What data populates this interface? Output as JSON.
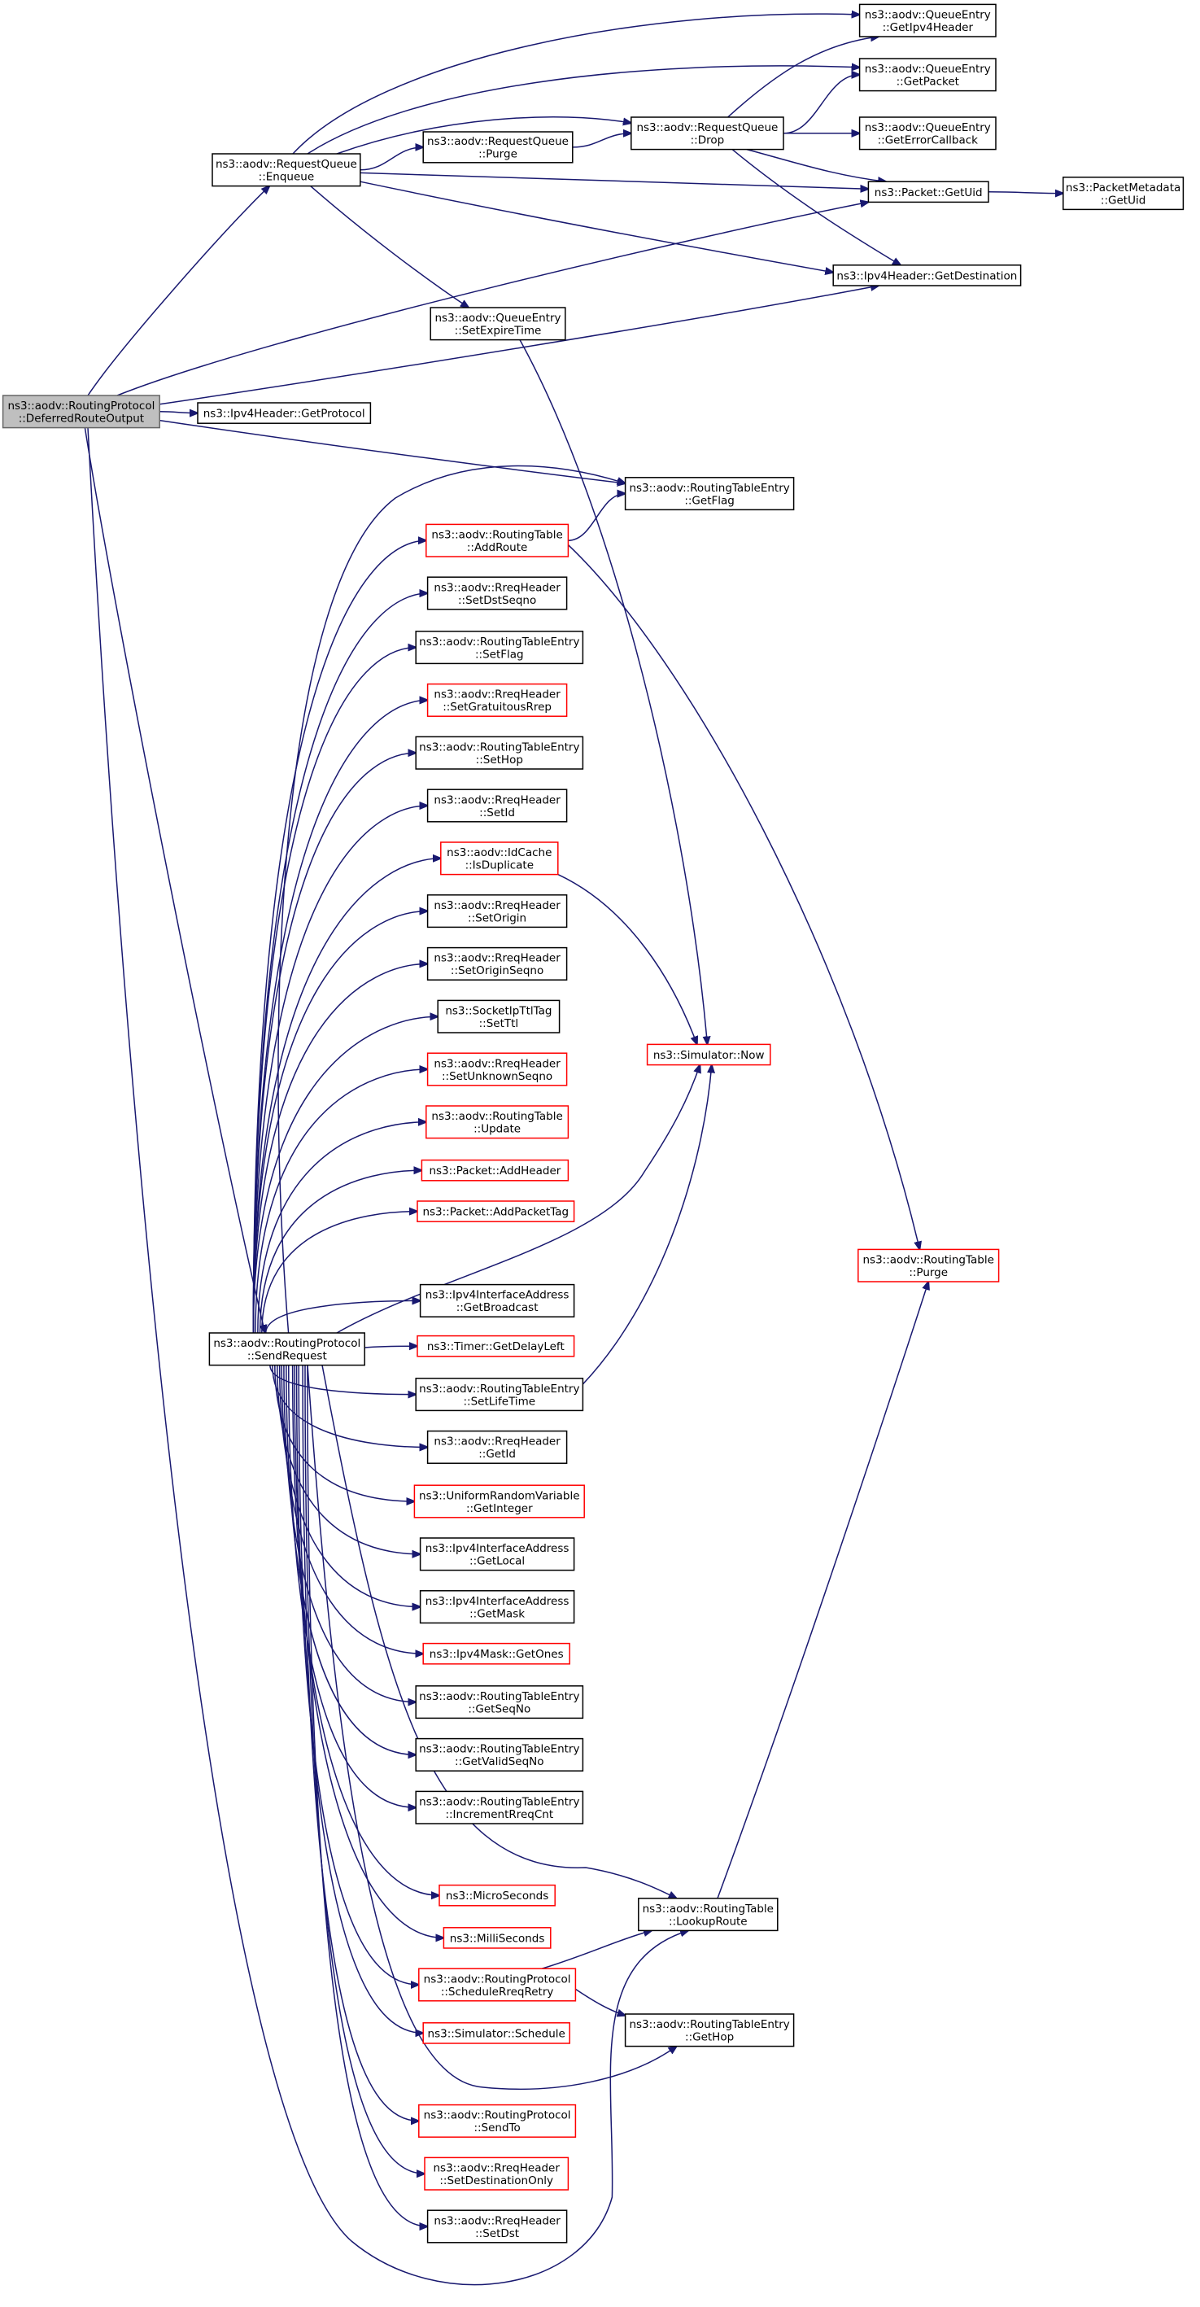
{
  "colors": {
    "edge": "#191970",
    "node_border": "#000000",
    "incomplete_border": "#ff0000",
    "root_fill": "#bfbfbf"
  },
  "nodes": [
    {
      "id": "deferred",
      "lines": [
        "ns3::aodv::RoutingProtocol",
        "::DeferredRouteOutput"
      ],
      "style": "root"
    },
    {
      "id": "enqueue",
      "lines": [
        "ns3::aodv::RequestQueue",
        "::Enqueue"
      ],
      "style": "normal"
    },
    {
      "id": "getprotocol",
      "lines": [
        "ns3::Ipv4Header::GetProtocol"
      ],
      "style": "normal"
    },
    {
      "id": "sendrequest",
      "lines": [
        "ns3::aodv::RoutingProtocol",
        "::SendRequest"
      ],
      "style": "normal"
    },
    {
      "id": "rq_purge",
      "lines": [
        "ns3::aodv::RequestQueue",
        "::Purge"
      ],
      "style": "normal"
    },
    {
      "id": "setexpire",
      "lines": [
        "ns3::aodv::QueueEntry",
        "::SetExpireTime"
      ],
      "style": "normal"
    },
    {
      "id": "drop",
      "lines": [
        "ns3::aodv::RequestQueue",
        "::Drop"
      ],
      "style": "normal"
    },
    {
      "id": "getipv4header",
      "lines": [
        "ns3::aodv::QueueEntry",
        "::GetIpv4Header"
      ],
      "style": "normal"
    },
    {
      "id": "getpacket",
      "lines": [
        "ns3::aodv::QueueEntry",
        "::GetPacket"
      ],
      "style": "normal"
    },
    {
      "id": "geterrorcb",
      "lines": [
        "ns3::aodv::QueueEntry",
        "::GetErrorCallback"
      ],
      "style": "normal"
    },
    {
      "id": "packet_getuid",
      "lines": [
        "ns3::Packet::GetUid"
      ],
      "style": "normal"
    },
    {
      "id": "pm_getuid",
      "lines": [
        "ns3::PacketMetadata",
        "::GetUid"
      ],
      "style": "normal"
    },
    {
      "id": "getdestination",
      "lines": [
        "ns3::Ipv4Header::GetDestination"
      ],
      "style": "normal"
    },
    {
      "id": "rte_getflag",
      "lines": [
        "ns3::aodv::RoutingTableEntry",
        "::GetFlag"
      ],
      "style": "normal"
    },
    {
      "id": "rt_addroute",
      "lines": [
        "ns3::aodv::RoutingTable",
        "::AddRoute"
      ],
      "style": "red"
    },
    {
      "id": "setdstseqno",
      "lines": [
        "ns3::aodv::RreqHeader",
        "::SetDstSeqno"
      ],
      "style": "normal"
    },
    {
      "id": "rte_setflag",
      "lines": [
        "ns3::aodv::RoutingTableEntry",
        "::SetFlag"
      ],
      "style": "normal"
    },
    {
      "id": "setgratuitous",
      "lines": [
        "ns3::aodv::RreqHeader",
        "::SetGratuitousRrep"
      ],
      "style": "red"
    },
    {
      "id": "rte_sethop",
      "lines": [
        "ns3::aodv::RoutingTableEntry",
        "::SetHop"
      ],
      "style": "normal"
    },
    {
      "id": "rreq_setid",
      "lines": [
        "ns3::aodv::RreqHeader",
        "::SetId"
      ],
      "style": "normal"
    },
    {
      "id": "isduplicate",
      "lines": [
        "ns3::aodv::IdCache",
        "::IsDuplicate"
      ],
      "style": "red"
    },
    {
      "id": "setorigin",
      "lines": [
        "ns3::aodv::RreqHeader",
        "::SetOrigin"
      ],
      "style": "normal"
    },
    {
      "id": "setoriginseqno",
      "lines": [
        "ns3::aodv::RreqHeader",
        "::SetOriginSeqno"
      ],
      "style": "normal"
    },
    {
      "id": "setttl",
      "lines": [
        "ns3::SocketIpTtlTag",
        "::SetTtl"
      ],
      "style": "normal"
    },
    {
      "id": "setunknownseqno",
      "lines": [
        "ns3::aodv::RreqHeader",
        "::SetUnknownSeqno"
      ],
      "style": "red"
    },
    {
      "id": "rt_update",
      "lines": [
        "ns3::aodv::RoutingTable",
        "::Update"
      ],
      "style": "red"
    },
    {
      "id": "addheader",
      "lines": [
        "ns3::Packet::AddHeader"
      ],
      "style": "red"
    },
    {
      "id": "addpackettag",
      "lines": [
        "ns3::Packet::AddPacketTag"
      ],
      "style": "red"
    },
    {
      "id": "sim_now",
      "lines": [
        "ns3::Simulator::Now"
      ],
      "style": "red"
    },
    {
      "id": "rt_purge",
      "lines": [
        "ns3::aodv::RoutingTable",
        "::Purge"
      ],
      "style": "red"
    },
    {
      "id": "getbroadcast",
      "lines": [
        "ns3::Ipv4InterfaceAddress",
        "::GetBroadcast"
      ],
      "style": "normal"
    },
    {
      "id": "getdelayleft",
      "lines": [
        "ns3::Timer::GetDelayLeft"
      ],
      "style": "red"
    },
    {
      "id": "setlifetime",
      "lines": [
        "ns3::aodv::RoutingTableEntry",
        "::SetLifeTime"
      ],
      "style": "normal"
    },
    {
      "id": "rreq_getid",
      "lines": [
        "ns3::aodv::RreqHeader",
        "::GetId"
      ],
      "style": "normal"
    },
    {
      "id": "getinteger",
      "lines": [
        "ns3::UniformRandomVariable",
        "::GetInteger"
      ],
      "style": "red"
    },
    {
      "id": "getlocal",
      "lines": [
        "ns3::Ipv4InterfaceAddress",
        "::GetLocal"
      ],
      "style": "normal"
    },
    {
      "id": "getmask",
      "lines": [
        "ns3::Ipv4InterfaceAddress",
        "::GetMask"
      ],
      "style": "normal"
    },
    {
      "id": "getones",
      "lines": [
        "ns3::Ipv4Mask::GetOnes"
      ],
      "style": "red"
    },
    {
      "id": "getseqno",
      "lines": [
        "ns3::aodv::RoutingTableEntry",
        "::GetSeqNo"
      ],
      "style": "normal"
    },
    {
      "id": "getvalidseqno",
      "lines": [
        "ns3::aodv::RoutingTableEntry",
        "::GetValidSeqNo"
      ],
      "style": "normal"
    },
    {
      "id": "incrementrreq",
      "lines": [
        "ns3::aodv::RoutingTableEntry",
        "::IncrementRreqCnt"
      ],
      "style": "normal"
    },
    {
      "id": "lookuproute",
      "lines": [
        "ns3::aodv::RoutingTable",
        "::LookupRoute"
      ],
      "style": "normal"
    },
    {
      "id": "microseconds",
      "lines": [
        "ns3::MicroSeconds"
      ],
      "style": "red"
    },
    {
      "id": "milliseconds",
      "lines": [
        "ns3::MilliSeconds"
      ],
      "style": "red"
    },
    {
      "id": "schedulerreq",
      "lines": [
        "ns3::aodv::RoutingProtocol",
        "::ScheduleRreqRetry"
      ],
      "style": "red"
    },
    {
      "id": "rte_gethop",
      "lines": [
        "ns3::aodv::RoutingTableEntry",
        "::GetHop"
      ],
      "style": "normal"
    },
    {
      "id": "sim_schedule",
      "lines": [
        "ns3::Simulator::Schedule"
      ],
      "style": "red"
    },
    {
      "id": "sendto",
      "lines": [
        "ns3::aodv::RoutingProtocol",
        "::SendTo"
      ],
      "style": "red"
    },
    {
      "id": "setdestonly",
      "lines": [
        "ns3::aodv::RreqHeader",
        "::SetDestinationOnly"
      ],
      "style": "red"
    },
    {
      "id": "setdst",
      "lines": [
        "ns3::aodv::RreqHeader",
        "::SetDst"
      ],
      "style": "normal"
    }
  ],
  "edges": [
    [
      "deferred",
      "enqueue"
    ],
    [
      "deferred",
      "getprotocol"
    ],
    [
      "deferred",
      "sendrequest"
    ],
    [
      "deferred",
      "packet_getuid"
    ],
    [
      "deferred",
      "getdestination"
    ],
    [
      "deferred",
      "rte_getflag"
    ],
    [
      "deferred",
      "lookuproute"
    ],
    [
      "enqueue",
      "rq_purge"
    ],
    [
      "enqueue",
      "drop"
    ],
    [
      "enqueue",
      "getipv4header"
    ],
    [
      "enqueue",
      "getpacket"
    ],
    [
      "enqueue",
      "packet_getuid"
    ],
    [
      "enqueue",
      "getdestination"
    ],
    [
      "enqueue",
      "setexpire"
    ],
    [
      "rq_purge",
      "drop"
    ],
    [
      "drop",
      "getipv4header"
    ],
    [
      "drop",
      "getpacket"
    ],
    [
      "drop",
      "geterrorcb"
    ],
    [
      "drop",
      "packet_getuid"
    ],
    [
      "drop",
      "getdestination"
    ],
    [
      "packet_getuid",
      "pm_getuid"
    ],
    [
      "setexpire",
      "sim_now"
    ],
    [
      "rt_addroute",
      "rte_getflag"
    ],
    [
      "rt_addroute",
      "rt_purge"
    ],
    [
      "isduplicate",
      "sim_now"
    ],
    [
      "setlifetime",
      "sim_now"
    ],
    [
      "lookuproute",
      "rt_purge"
    ],
    [
      "schedulerreq",
      "lookuproute"
    ],
    [
      "schedulerreq",
      "rte_gethop"
    ],
    [
      "sendrequest",
      "rte_getflag"
    ],
    [
      "sendrequest",
      "rt_addroute"
    ],
    [
      "sendrequest",
      "setdstseqno"
    ],
    [
      "sendrequest",
      "rte_setflag"
    ],
    [
      "sendrequest",
      "setgratuitous"
    ],
    [
      "sendrequest",
      "rte_sethop"
    ],
    [
      "sendrequest",
      "rreq_setid"
    ],
    [
      "sendrequest",
      "isduplicate"
    ],
    [
      "sendrequest",
      "setorigin"
    ],
    [
      "sendrequest",
      "setoriginseqno"
    ],
    [
      "sendrequest",
      "setttl"
    ],
    [
      "sendrequest",
      "setunknownseqno"
    ],
    [
      "sendrequest",
      "rt_update"
    ],
    [
      "sendrequest",
      "addheader"
    ],
    [
      "sendrequest",
      "addpackettag"
    ],
    [
      "sendrequest",
      "sim_now"
    ],
    [
      "sendrequest",
      "getbroadcast"
    ],
    [
      "sendrequest",
      "getdelayleft"
    ],
    [
      "sendrequest",
      "setlifetime"
    ],
    [
      "sendrequest",
      "rreq_getid"
    ],
    [
      "sendrequest",
      "getinteger"
    ],
    [
      "sendrequest",
      "getlocal"
    ],
    [
      "sendrequest",
      "getmask"
    ],
    [
      "sendrequest",
      "getones"
    ],
    [
      "sendrequest",
      "getseqno"
    ],
    [
      "sendrequest",
      "getvalidseqno"
    ],
    [
      "sendrequest",
      "incrementrreq"
    ],
    [
      "sendrequest",
      "lookuproute"
    ],
    [
      "sendrequest",
      "microseconds"
    ],
    [
      "sendrequest",
      "milliseconds"
    ],
    [
      "sendrequest",
      "schedulerreq"
    ],
    [
      "sendrequest",
      "sim_schedule"
    ],
    [
      "sendrequest",
      "rte_gethop"
    ],
    [
      "sendrequest",
      "sendto"
    ],
    [
      "sendrequest",
      "setdestonly"
    ],
    [
      "sendrequest",
      "setdst"
    ]
  ]
}
